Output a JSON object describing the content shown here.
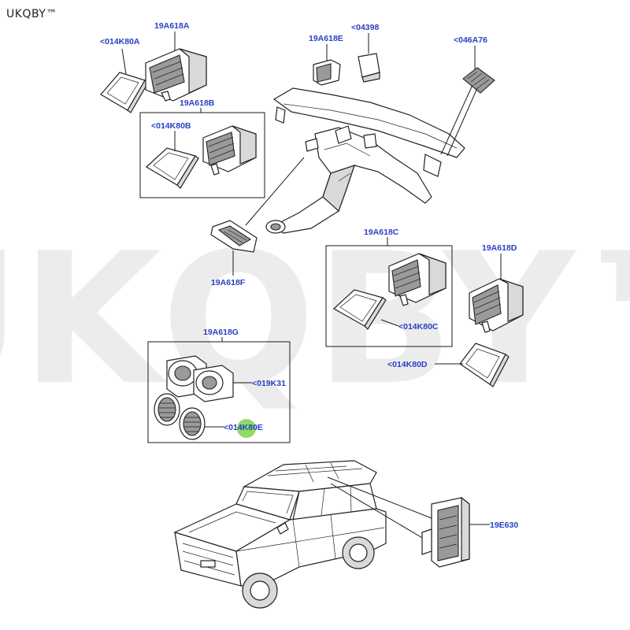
{
  "brand": {
    "text": "UKQBY™"
  },
  "watermark": {
    "text": "UKQBY™"
  },
  "labels": {
    "p014K80A": "<014K80A",
    "p19A618A": "19A618A",
    "p19A618E": "19A618E",
    "p04398": "<04398",
    "p046A76": "<046A76",
    "p19A618B": "19A618B",
    "p014K80B": "<014K80B",
    "p19A618F": "19A618F",
    "p19A618C": "19A618C",
    "p19A618D": "19A618D",
    "p014K80C": "<014K80C",
    "p014K80D": "<014K80D",
    "p19A618G": "19A618G",
    "p019K31": "<019K31",
    "p014K80E": "<014K80E",
    "p19E630": "19E630"
  },
  "colors": {
    "label": "#2a3fc4",
    "highlight_dot": "#7dd44a"
  }
}
